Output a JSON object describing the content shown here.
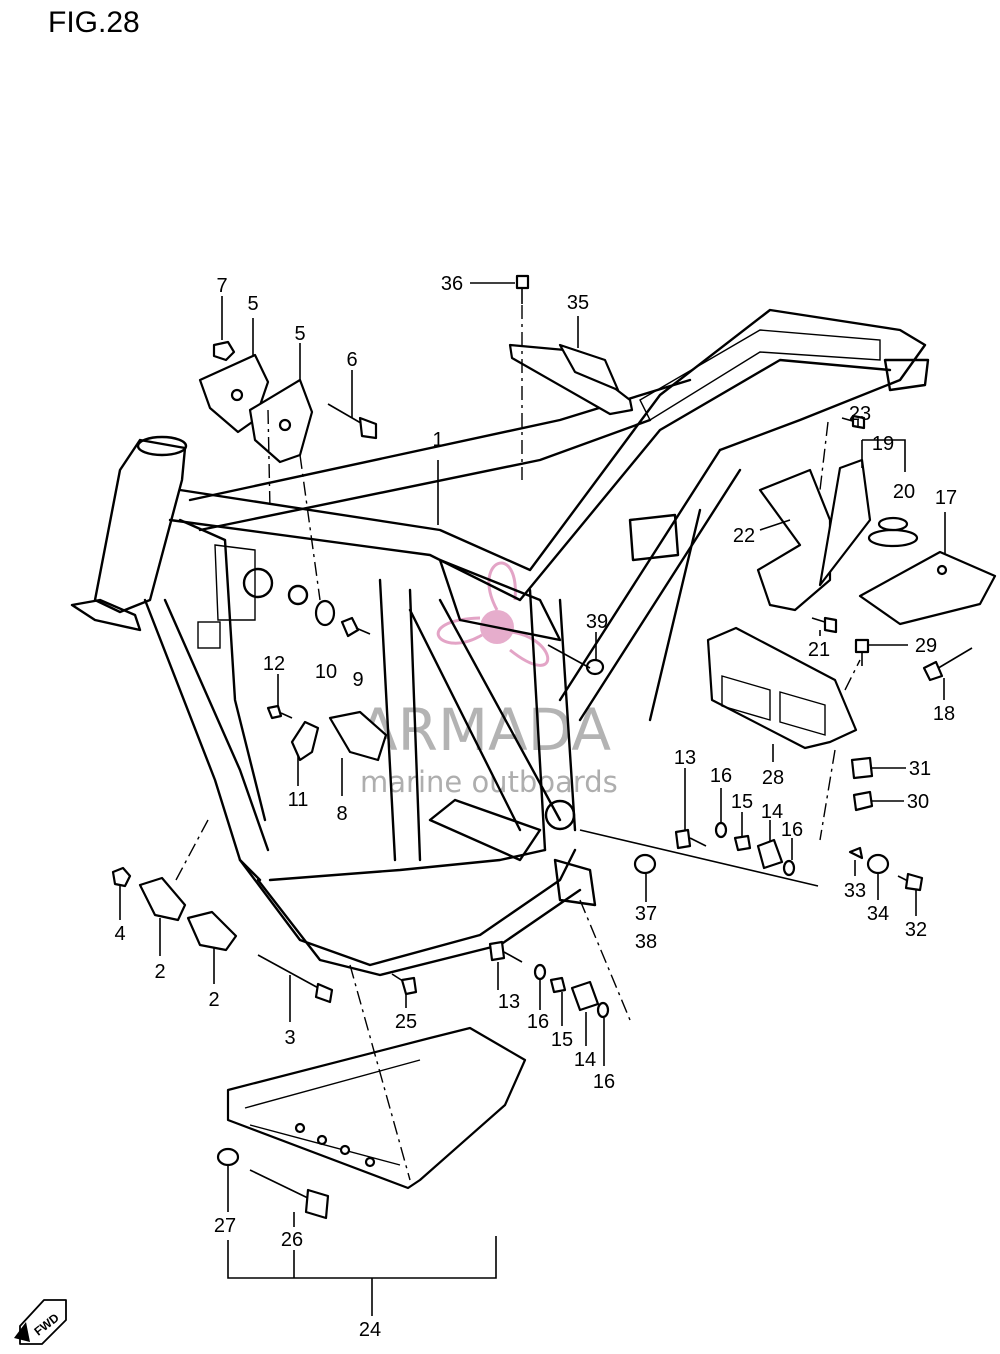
{
  "figure": {
    "title": "FIG.28"
  },
  "watermark": {
    "brand": "ARMADA",
    "tagline": "marine outboards",
    "accent_color": "#e3a4c6",
    "text_color": "#9a9a9a"
  },
  "fwd_marker": {
    "label": "FWD"
  },
  "callouts": [
    "1",
    "2",
    "2",
    "3",
    "4",
    "5",
    "5",
    "6",
    "7",
    "8",
    "9",
    "10",
    "11",
    "12",
    "13",
    "13",
    "14",
    "14",
    "15",
    "15",
    "16",
    "16",
    "16",
    "16",
    "17",
    "18",
    "19",
    "20",
    "21",
    "22",
    "23",
    "24",
    "25",
    "26",
    "27",
    "28",
    "29",
    "30",
    "31",
    "32",
    "33",
    "34",
    "35",
    "36",
    "37",
    "38",
    "39"
  ]
}
